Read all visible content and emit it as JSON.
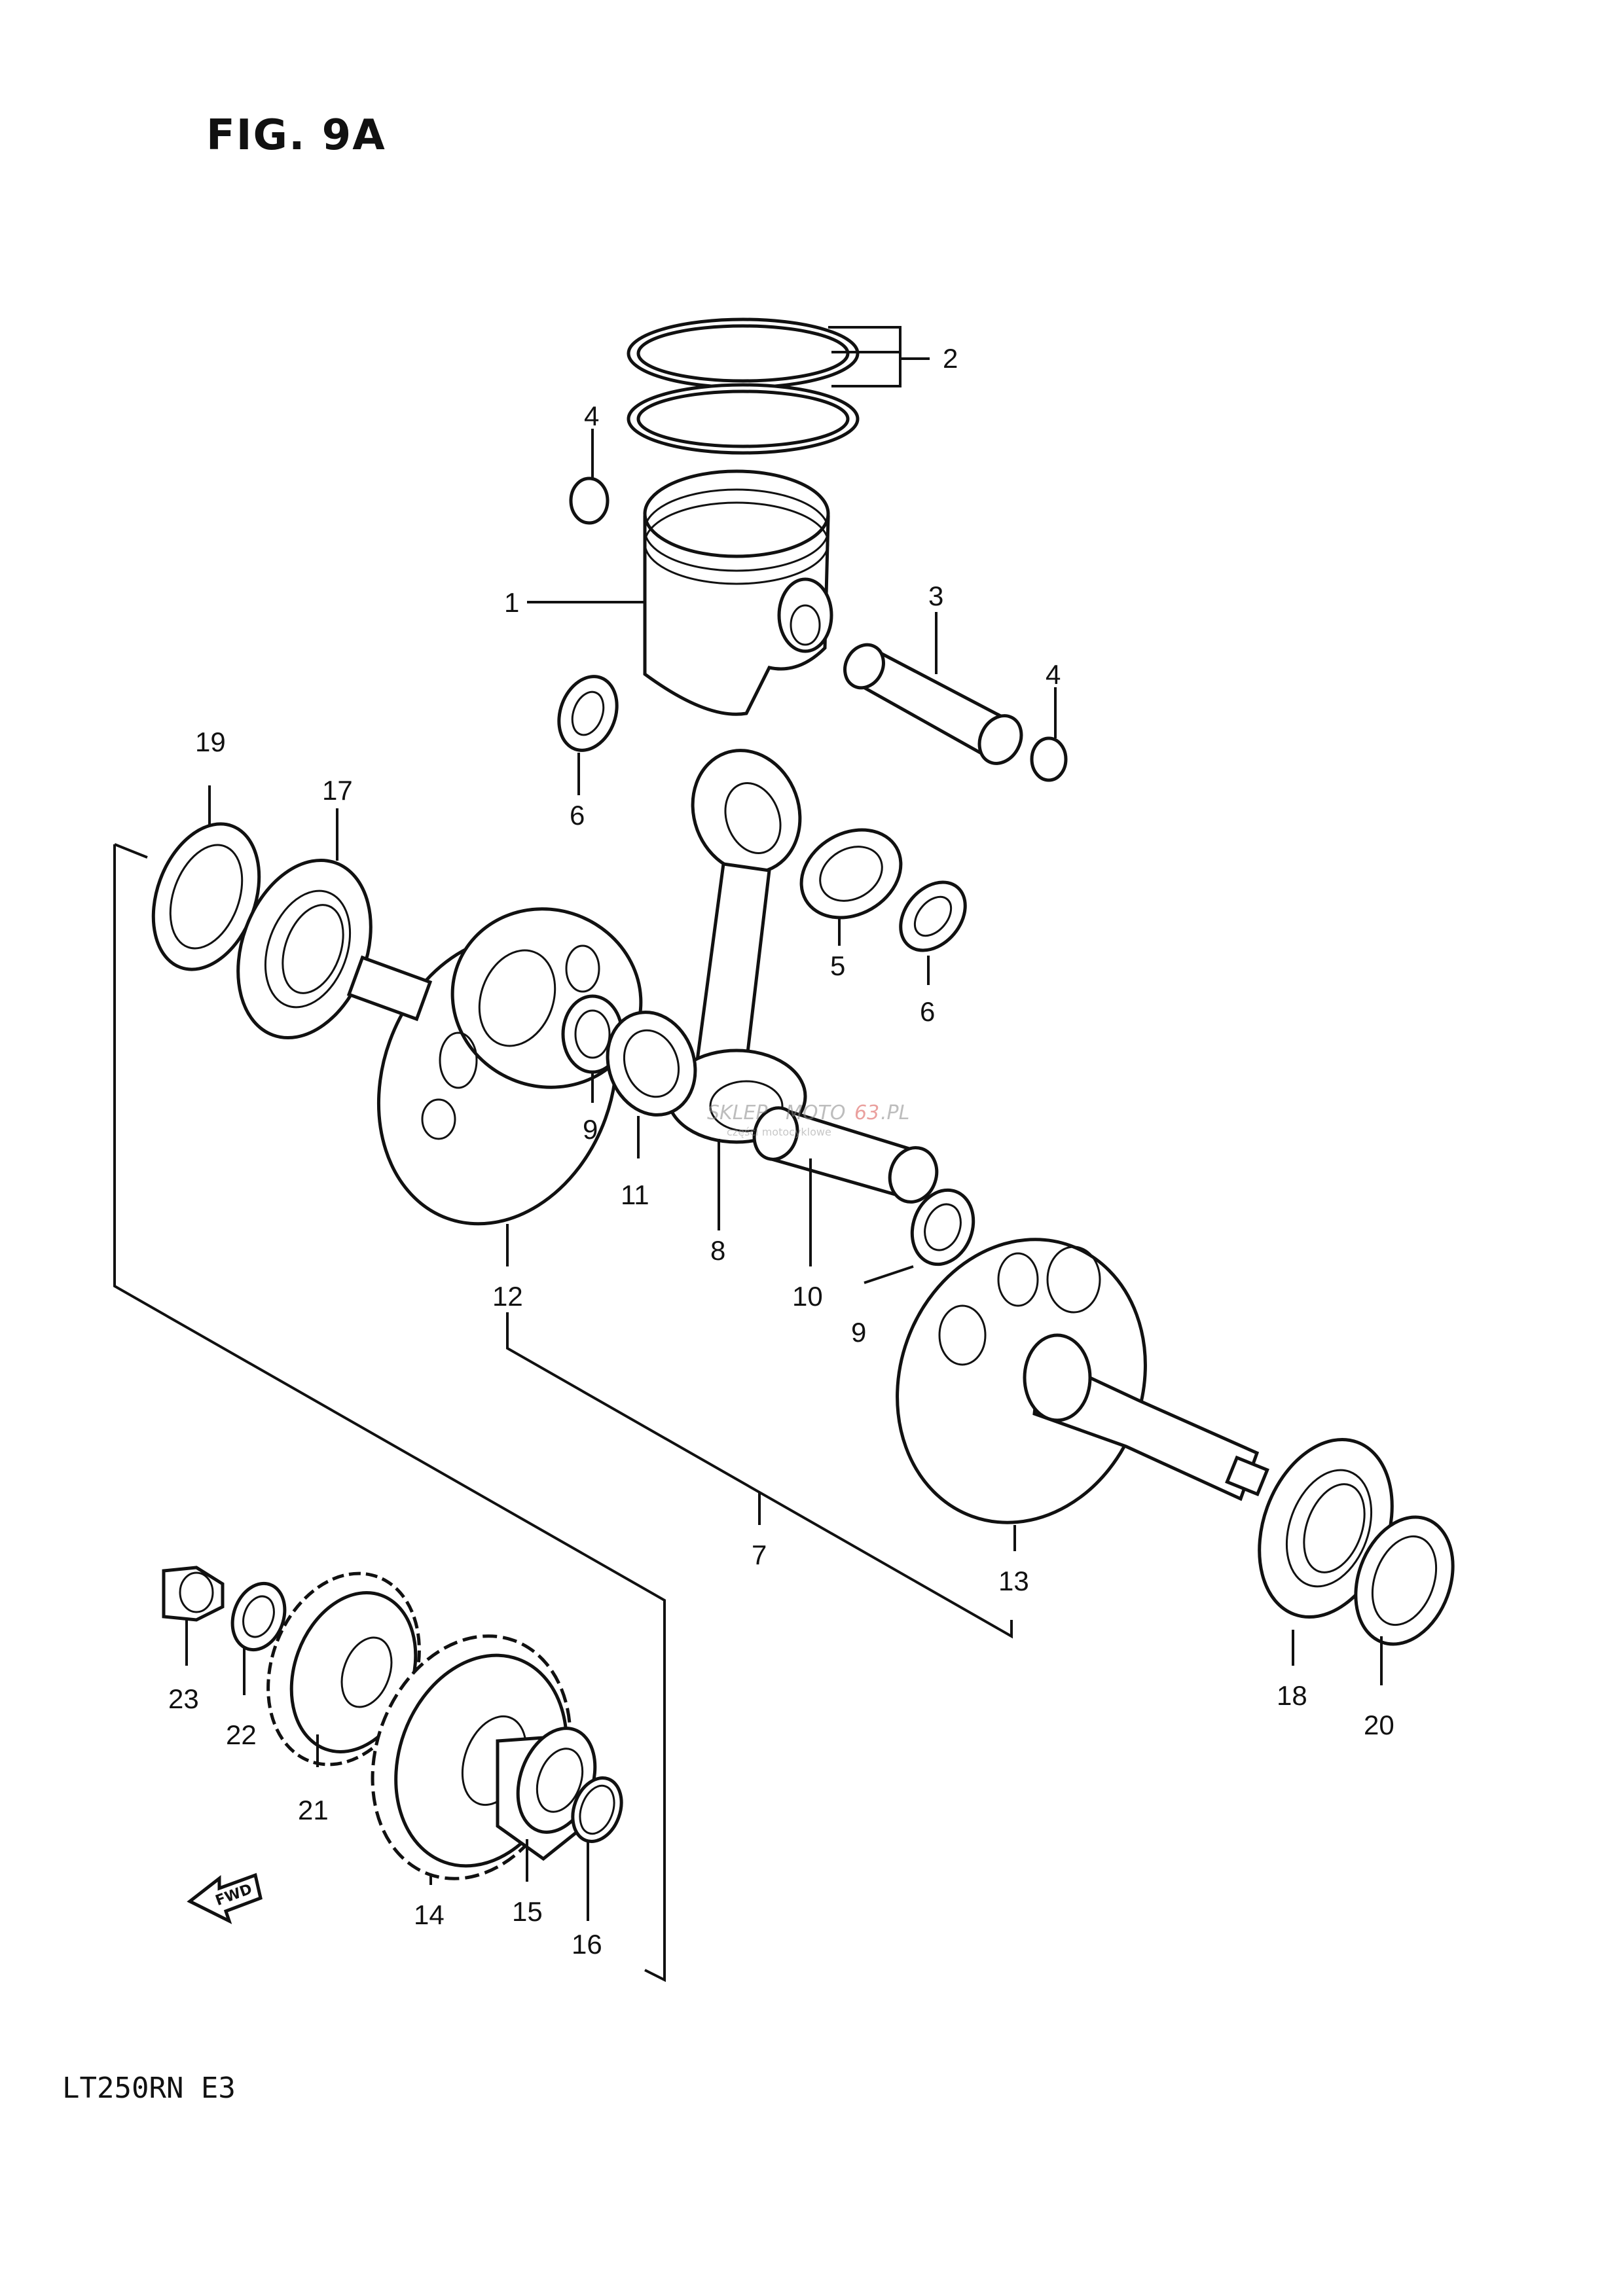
{
  "figure": {
    "title": "FIG. 9A",
    "model": "LT250RN  E3"
  },
  "watermark": {
    "text_a": "SKLEP",
    "text_b": "MOTO",
    "text_c": "63",
    "text_d": ".PL",
    "text_e": "części motocyklowe",
    "color_accent": "#d9534f"
  },
  "fwd_label": "FWD",
  "parts": [
    {
      "id": "1",
      "name": "piston"
    },
    {
      "id": "2",
      "name": "piston-ring-set"
    },
    {
      "id": "3",
      "name": "piston-pin"
    },
    {
      "id": "4",
      "name": "circlip"
    },
    {
      "id": "5",
      "name": "needle-bearing-small-end"
    },
    {
      "id": "6",
      "name": "washer"
    },
    {
      "id": "7",
      "name": "crankshaft-assembly"
    },
    {
      "id": "8",
      "name": "connecting-rod"
    },
    {
      "id": "9",
      "name": "washer"
    },
    {
      "id": "10",
      "name": "crank-pin"
    },
    {
      "id": "11",
      "name": "needle-bearing-big-end"
    },
    {
      "id": "12",
      "name": "crankshaft-left"
    },
    {
      "id": "13",
      "name": "crankshaft-right"
    },
    {
      "id": "14",
      "name": "gear"
    },
    {
      "id": "15",
      "name": "spacer"
    },
    {
      "id": "16",
      "name": "o-ring"
    },
    {
      "id": "17",
      "name": "bearing"
    },
    {
      "id": "18",
      "name": "bearing"
    },
    {
      "id": "19",
      "name": "oil-seal"
    },
    {
      "id": "20",
      "name": "oil-seal"
    },
    {
      "id": "21",
      "name": "gear"
    },
    {
      "id": "22",
      "name": "washer"
    },
    {
      "id": "23",
      "name": "nut"
    }
  ],
  "labels": {
    "l1": "1",
    "l2": "2",
    "l3": "3",
    "l4a": "4",
    "l4b": "4",
    "l5": "5",
    "l6a": "6",
    "l6b": "6",
    "l7": "7",
    "l8": "8",
    "l9a": "9",
    "l9b": "9",
    "l10": "10",
    "l11": "11",
    "l12": "12",
    "l13": "13",
    "l14": "14",
    "l15": "15",
    "l16": "16",
    "l17": "17",
    "l18": "18",
    "l19": "19",
    "l20": "20",
    "l21": "21",
    "l22": "22",
    "l23": "23"
  }
}
